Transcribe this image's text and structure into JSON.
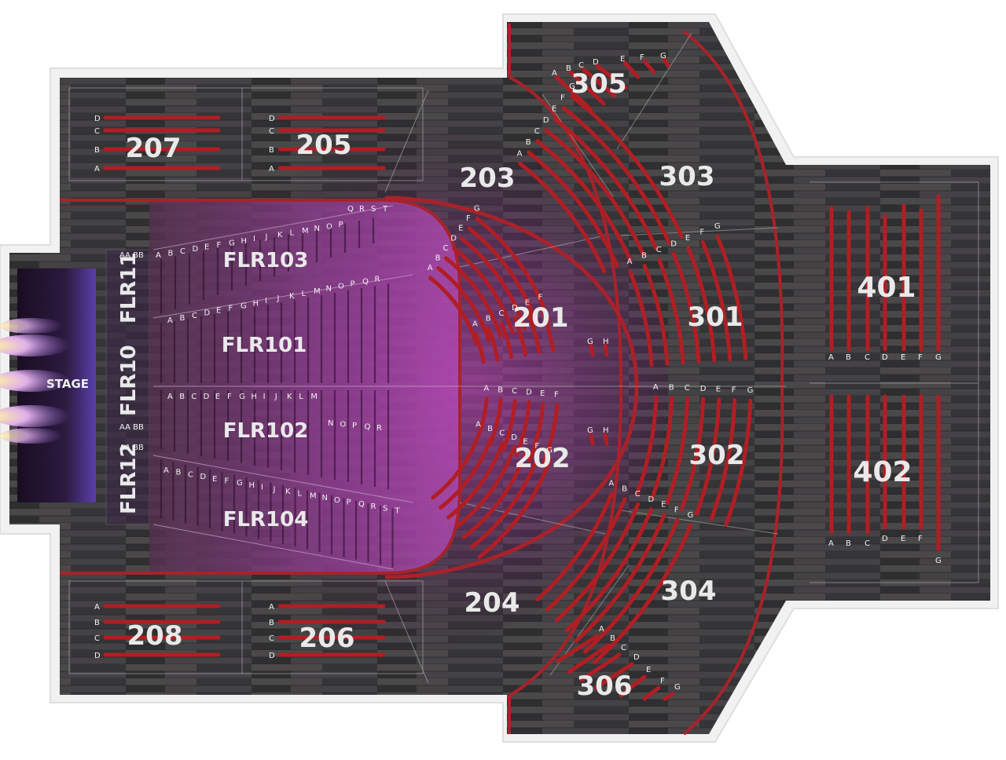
{
  "stage": {
    "label": "STAGE"
  },
  "floor_sections": {
    "flr11": "FLR11",
    "flr10": "FLR10",
    "flr12": "FLR12",
    "flr103": "FLR103",
    "flr101": "FLR101",
    "flr102": "FLR102",
    "flr104": "FLR104"
  },
  "sections": {
    "s207": "207",
    "s205": "205",
    "s203": "203",
    "s201": "201",
    "s202": "202",
    "s204": "204",
    "s206": "206",
    "s208": "208",
    "s305": "305",
    "s303": "303",
    "s301": "301",
    "s302": "302",
    "s304": "304",
    "s306": "306",
    "s401": "401",
    "s402": "402"
  },
  "row_labels": {
    "aa_bb": "AA BB",
    "flr103": [
      "A",
      "B",
      "C",
      "D",
      "E",
      "F",
      "G",
      "H",
      "I",
      "J",
      "K",
      "L",
      "M",
      "N",
      "O",
      "P"
    ],
    "flr103_end": [
      "Q",
      "R",
      "S",
      "T"
    ],
    "flr101": [
      "A",
      "B",
      "C",
      "D",
      "E",
      "F",
      "G",
      "H",
      "I",
      "J",
      "K",
      "L",
      "M",
      "N",
      "O",
      "P",
      "Q",
      "R"
    ],
    "flr102": [
      "A",
      "B",
      "C",
      "D",
      "E",
      "F",
      "G",
      "H",
      "I",
      "J",
      "K",
      "L",
      "M"
    ],
    "flr102_end": [
      "N",
      "O",
      "P",
      "Q",
      "R"
    ],
    "flr104": [
      "A",
      "B",
      "C",
      "D",
      "E",
      "F",
      "G",
      "H",
      "I",
      "J",
      "K",
      "L",
      "M",
      "N",
      "O",
      "P",
      "Q",
      "R",
      "S",
      "T"
    ],
    "four_rows": [
      "A",
      "B",
      "C",
      "D"
    ],
    "seven_rows": [
      "A",
      "B",
      "C",
      "D",
      "E",
      "F",
      "G"
    ],
    "six_rows": [
      "A",
      "B",
      "C",
      "D",
      "E",
      "F"
    ],
    "gh": [
      "G",
      "H"
    ]
  },
  "colors": {
    "seat_red": "#b01e24",
    "floor_magenta": "#b03ab0",
    "wood_dark": "#3b3a3c",
    "outline": "#e6e6e6"
  }
}
